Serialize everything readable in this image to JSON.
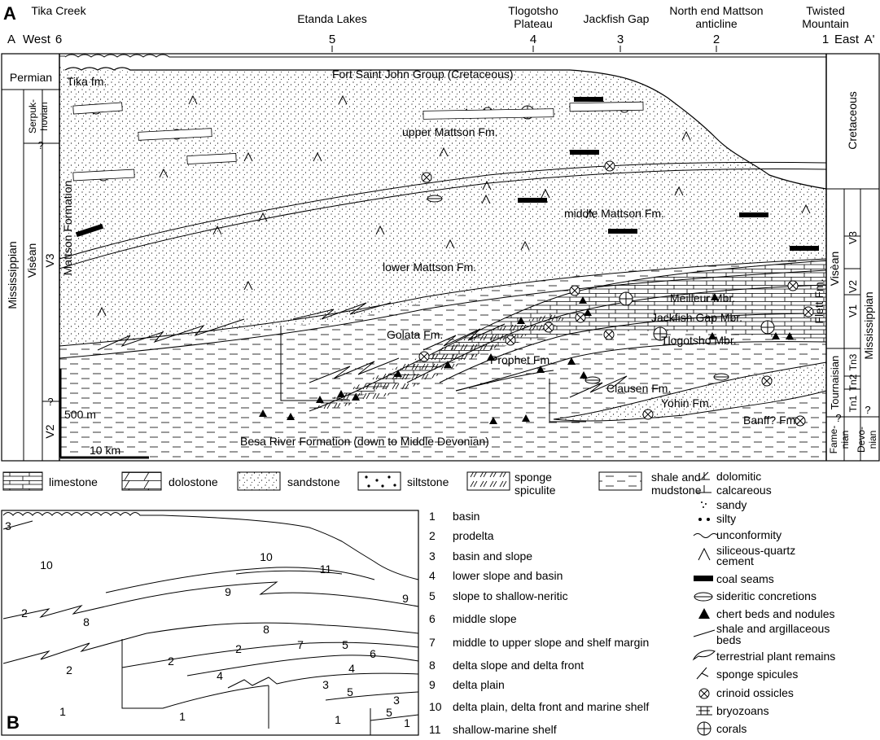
{
  "panel_a": {
    "panel_label": "A",
    "ends": {
      "left": "A",
      "west": "West",
      "east": "East",
      "right": "A'"
    },
    "localities": [
      {
        "name": "Tika Creek",
        "num": "6"
      },
      {
        "name": "Etanda Lakes",
        "num": "5"
      },
      {
        "name": "Tlogotsho Plateau",
        "num": "4"
      },
      {
        "name": "Jackfish Gap",
        "num": "3"
      },
      {
        "name": "North end Mattson anticline",
        "num": "2"
      },
      {
        "name": "Twisted Mountain",
        "num": "1"
      }
    ],
    "left_column": {
      "permian": "Permian",
      "mississippian": "Mississippian",
      "serpukhovian": "Serpuk-hovian",
      "visean": "Visèan",
      "v3": "V3",
      "v2": "V2",
      "q1": "?",
      "q2": "?"
    },
    "right_column": {
      "cretaceous": "Cretaceous",
      "visean": "Visèan",
      "v3": "V3",
      "v2": "V2",
      "v1": "V1",
      "tournaisian": "Tournaisian",
      "tn3": "Tn3",
      "tn2": "Tn2",
      "tn1": "Tn1",
      "famennian": "Fame-nian",
      "devonian": "Devo-nian",
      "mississippian": "Mississippian",
      "q1": "?",
      "q2": "?"
    },
    "units": {
      "fort_st_john": "Fort Saint John Group (Cretaceous)",
      "tika": "Tika fm.",
      "upper_mattson": "upper Mattson Fm.",
      "middle_mattson": "middle Mattson Fm.",
      "lower_mattson": "lower Mattson Fm.",
      "mattson_formation": "Mattson Formation",
      "meilleur": "Meilleur Mbr.",
      "jackfish": "Jackfish Gap Mbr.",
      "tlogotsho": "Tlogotsho Mbr.",
      "flett": "Flett Fm.",
      "golata": "Golata Fm.",
      "prophet": "Prophet Fm.",
      "clausen": "Clausen Fm.",
      "yohin": "Yohin Fm.",
      "banff": "Banff? Fm.",
      "besa": "Besa River Formation (down to Middle Devonian)"
    },
    "scale": {
      "vertical": "500 m",
      "horizontal": "10 km"
    }
  },
  "lithology_legend": [
    {
      "key": "limestone",
      "label": "limestone"
    },
    {
      "key": "dolostone",
      "label": "dolostone"
    },
    {
      "key": "sandstone",
      "label": "sandstone"
    },
    {
      "key": "siltstone",
      "label": "siltstone"
    },
    {
      "key": "spiculite",
      "label": "sponge spiculite"
    },
    {
      "key": "shale",
      "label": "shale and mudstone"
    }
  ],
  "symbol_legend": [
    {
      "key": "dolomitic",
      "label": "dolomitic"
    },
    {
      "key": "calcareous",
      "label": "calcareous"
    },
    {
      "key": "sandy",
      "label": "sandy"
    },
    {
      "key": "silty",
      "label": "silty"
    },
    {
      "key": "unconformity",
      "label": "unconformity"
    },
    {
      "key": "siliceous",
      "label": "siliceous-quartz cement"
    },
    {
      "key": "coal",
      "label": "coal seams"
    },
    {
      "key": "sideritic",
      "label": "sideritic concretions"
    },
    {
      "key": "chert",
      "label": "chert beds and nodules"
    },
    {
      "key": "shale_beds",
      "label": "shale and argillaceous beds"
    },
    {
      "key": "plant",
      "label": "terrestrial plant remains"
    },
    {
      "key": "spicules",
      "label": "sponge spicules"
    },
    {
      "key": "crinoid",
      "label": "crinoid ossicles"
    },
    {
      "key": "bryozoans",
      "label": "bryozoans"
    },
    {
      "key": "corals",
      "label": "corals"
    }
  ],
  "panel_b": {
    "panel_label": "B",
    "numbers": [
      "3",
      "10",
      "10",
      "11",
      "9",
      "9",
      "2",
      "8",
      "8",
      "2",
      "2",
      "7",
      "5",
      "6",
      "2",
      "4",
      "4",
      "3",
      "5",
      "3",
      "5",
      "1",
      "1",
      "1",
      "1"
    ]
  },
  "environments": [
    {
      "num": "1",
      "label": "basin"
    },
    {
      "num": "2",
      "label": "prodelta"
    },
    {
      "num": "3",
      "label": "basin and slope"
    },
    {
      "num": "4",
      "label": "lower slope and basin"
    },
    {
      "num": "5",
      "label": "slope to shallow-neritic"
    },
    {
      "num": "6",
      "label": "middle slope"
    },
    {
      "num": "7",
      "label": "middle to upper slope and shelf margin"
    },
    {
      "num": "8",
      "label": "delta slope and delta front"
    },
    {
      "num": "9",
      "label": "delta plain"
    },
    {
      "num": "10",
      "label": "delta plain, delta front and marine shelf"
    },
    {
      "num": "11",
      "label": "shallow-marine shelf"
    }
  ]
}
